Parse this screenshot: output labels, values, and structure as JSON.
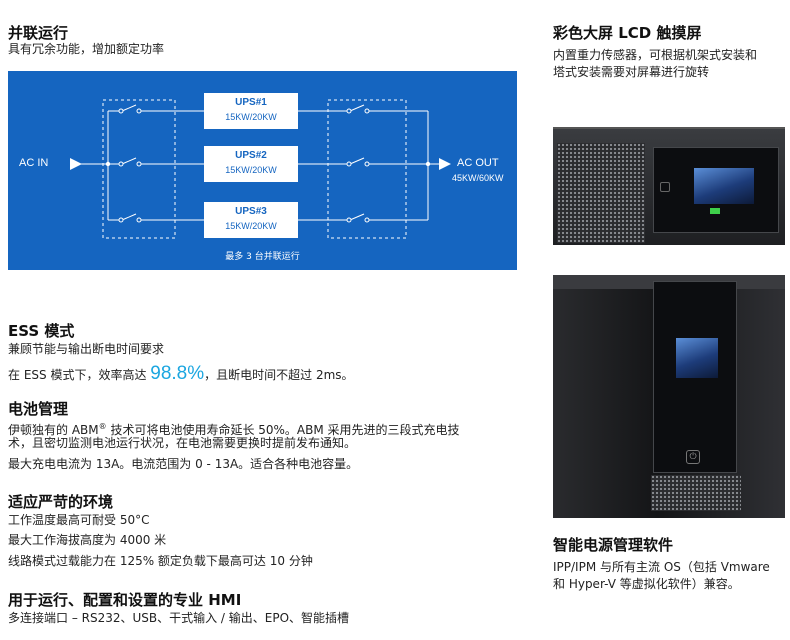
{
  "parallel": {
    "title": "并联运行",
    "subtitle": "具有冗余功能，增加额定功率",
    "diagram": {
      "ac_in": "AC IN",
      "ac_out": "AC OUT",
      "out_rating": "45KW/60KW",
      "ups": [
        {
          "name": "UPS#1",
          "rating": "15KW/20KW"
        },
        {
          "name": "UPS#2",
          "rating": "15KW/20KW"
        },
        {
          "name": "UPS#3",
          "rating": "15KW/20KW"
        }
      ],
      "caption": "最多 3 台并联运行"
    }
  },
  "lcd": {
    "title": "彩色大屏 LCD 触摸屏",
    "line1": "内置重力传感器，可根据机架式安装和",
    "line2": "塔式安装需要对屏幕进行旋转"
  },
  "ess": {
    "title": "ESS 模式",
    "line1": "兼顾节能与输出断电时间要求",
    "line2_pre": "在 ESS 模式下，效率高达 ",
    "efficiency": "98.8%",
    "line2_post": "，且断电时间不超过 2ms。"
  },
  "battery": {
    "title": "电池管理",
    "line1_pre": "伊顿独有的 ABM",
    "reg": "®",
    "line1_post": " 技术可将电池使用寿命延长 50%。ABM 采用先进的三段式充电技",
    "line2": "术，且密切监测电池运行状况，在电池需要更换时提前发布通知。",
    "line3": "最大充电电流为 13A。电流范围为 0 - 13A。适合各种电池容量。"
  },
  "env": {
    "title": "适应严苛的环境",
    "line1": "工作温度最高可耐受 50°C",
    "line2": "最大工作海拔高度为 4000 米",
    "line3": "线路模式过载能力在 125% 额定负载下最高可达 10 分钟"
  },
  "hmi": {
    "title": "用于运行、配置和设置的专业 HMI",
    "line1": "多连接端口 – RS232、USB、干式输入 / 输出、EPO、智能插槽"
  },
  "software": {
    "title": "智能电源管理软件",
    "line1": "IPP/IPM 与所有主流 OS（包括 Vmware",
    "line2": "和 Hyper-V 等虚拟化软件）兼容。"
  },
  "colors": {
    "diagram_bg": "#1565c0",
    "highlight": "#1ba6e0"
  }
}
